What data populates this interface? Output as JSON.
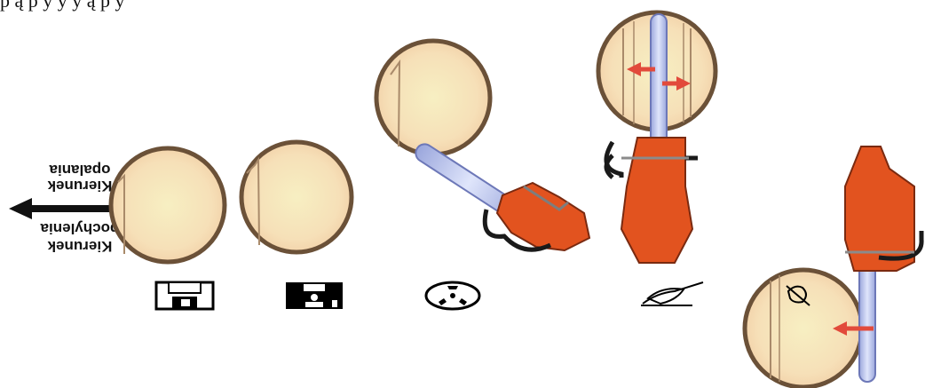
{
  "caption": "p ą p y y y ą p y",
  "direction": {
    "line1": "opalania",
    "line2": "Kierunek",
    "line3": "pochylenia",
    "line4": "Kierunek"
  },
  "icons": [
    "floppy-outline-icon",
    "floppy-filled-icon",
    "radiation-symbol-icon",
    "writing-hand-icon",
    "hand-cross-icon"
  ],
  "colors": {
    "wood": "#f6e0b8",
    "bark": "#6b5138",
    "saw_body": "#e2531f",
    "saw_bar": "#b9c4ec",
    "arrow": "#e24a3b"
  }
}
